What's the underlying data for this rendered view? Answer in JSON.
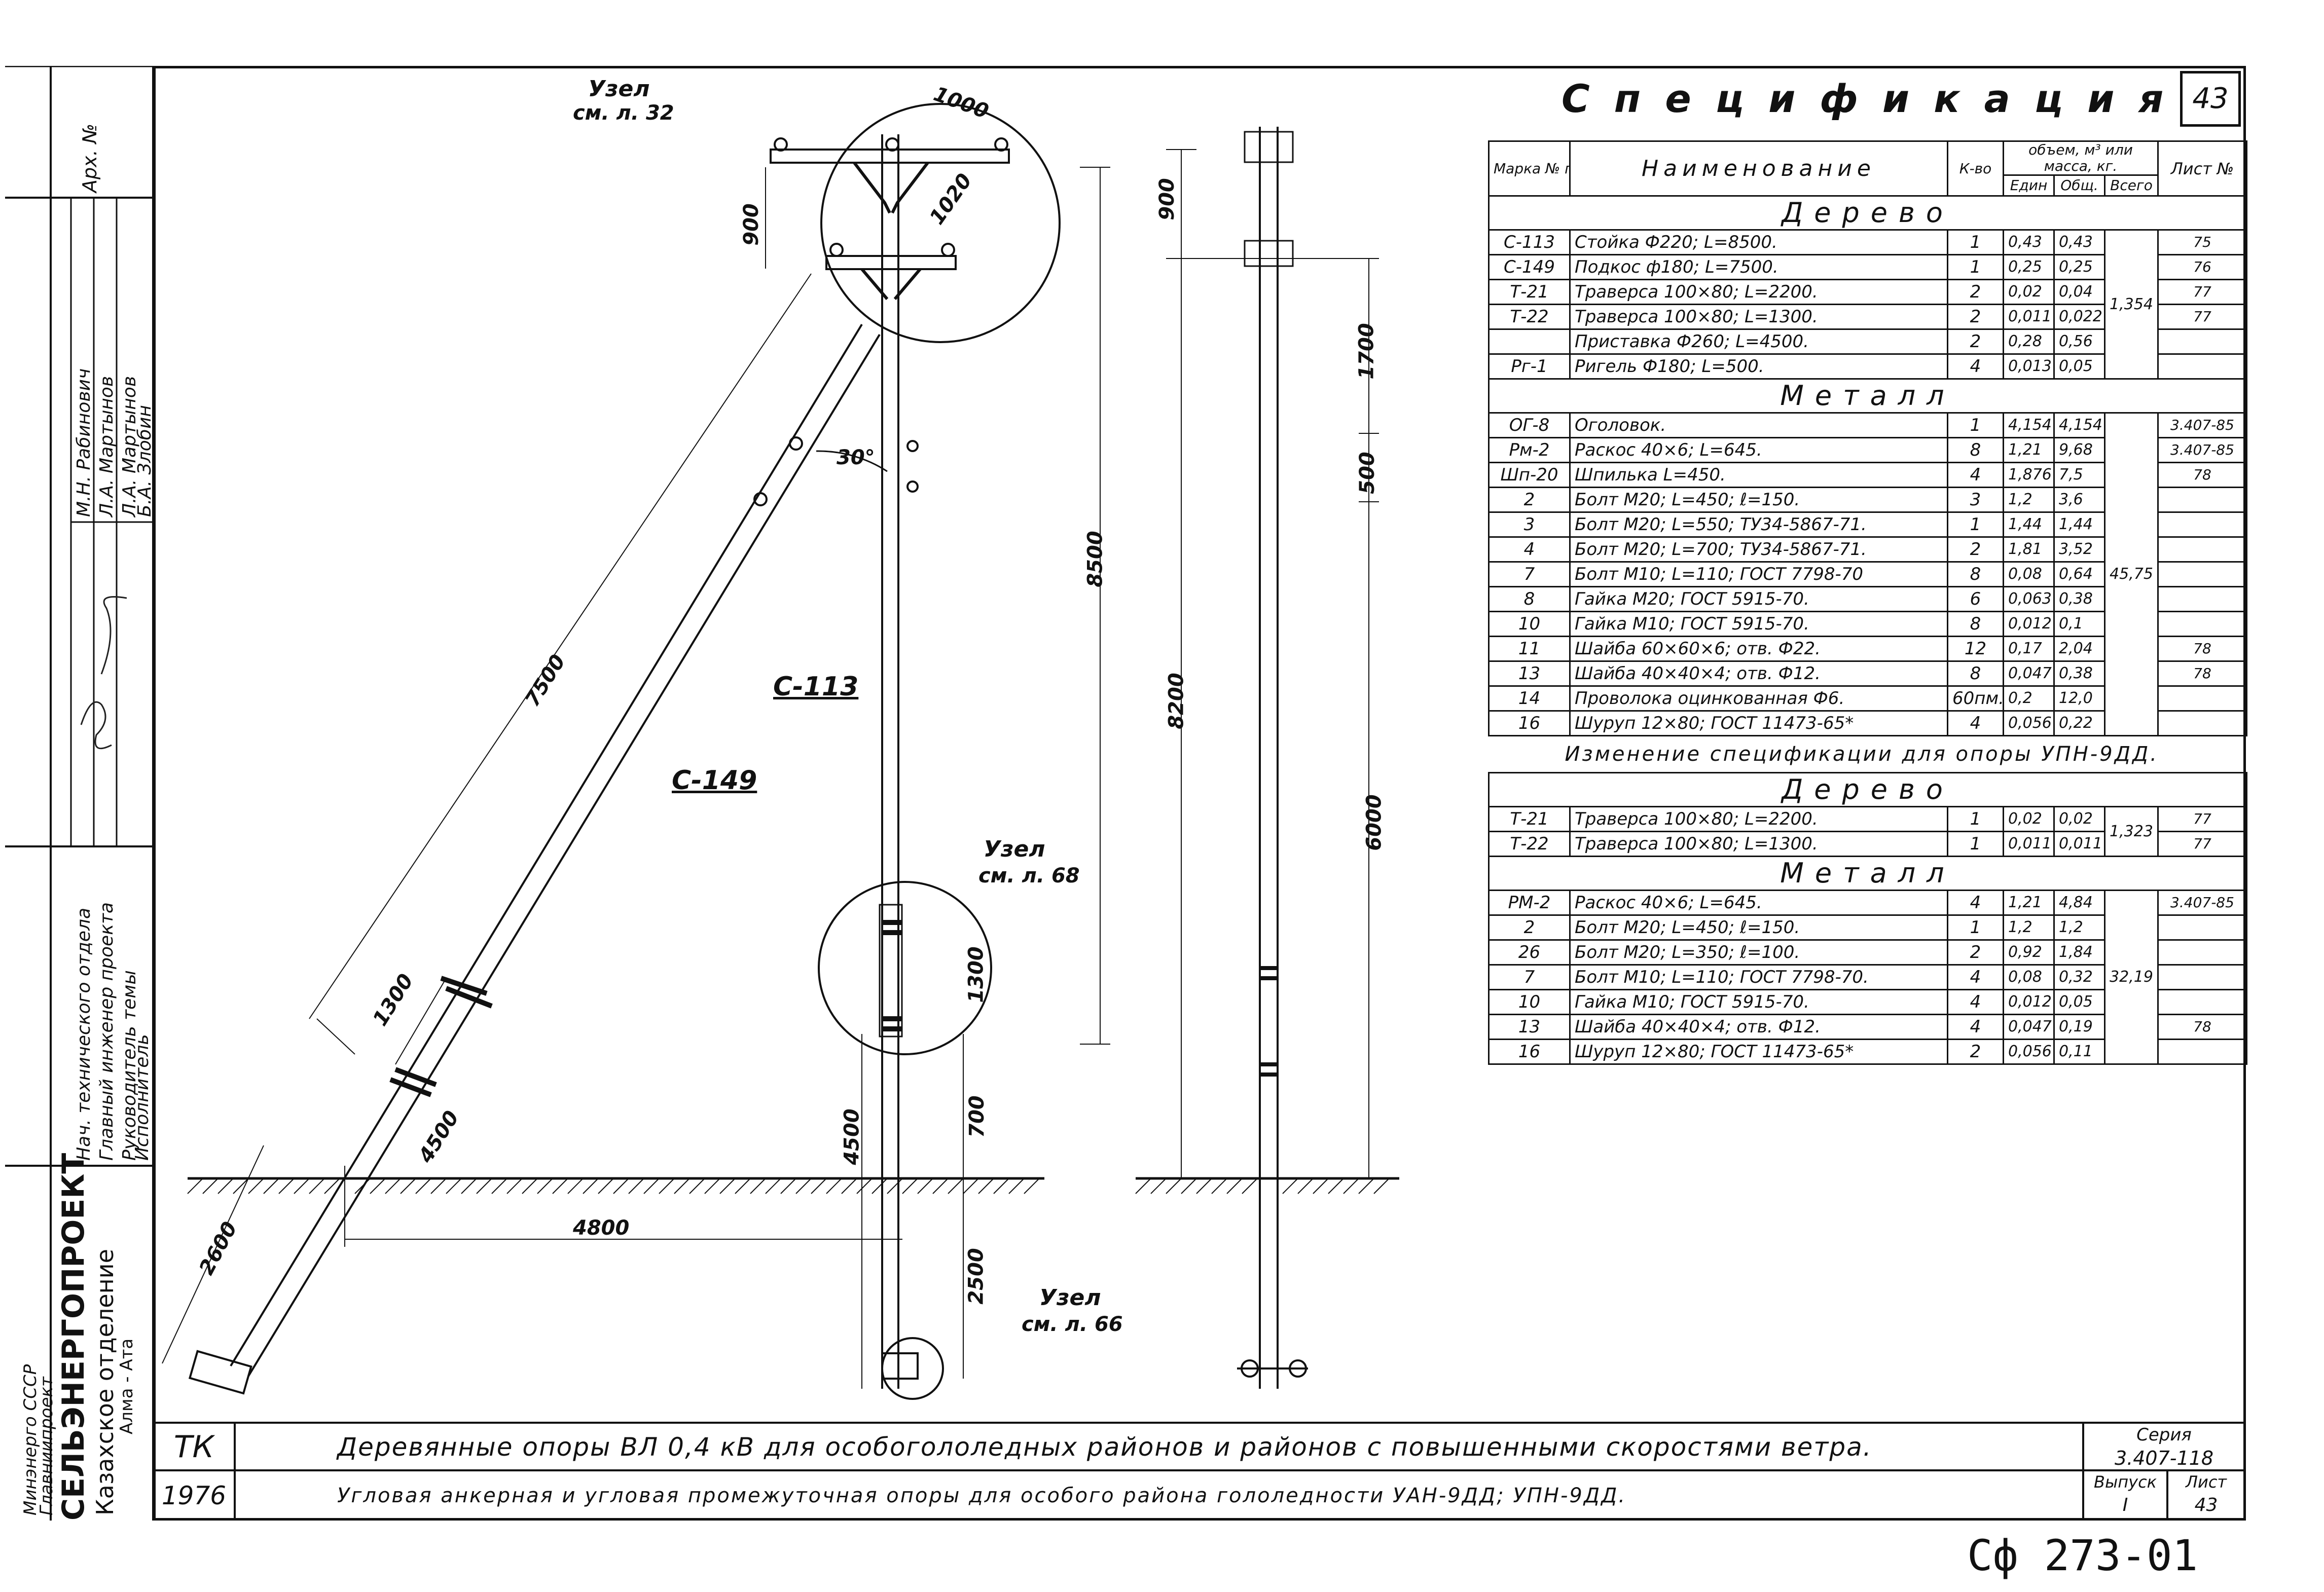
{
  "sheet_number": "43",
  "spec": {
    "title": "Спецификация",
    "headers": {
      "mark": "Марка № поз.",
      "name": "Наименование",
      "qty": "К-во",
      "volume": "объем, м³ или масса, кг.",
      "unit": "Един",
      "total": "Общ.",
      "all": "Всего",
      "sheet": "Лист №"
    },
    "section_wood": "Дерево",
    "section_metal": "Металл",
    "wood_rows": [
      {
        "mark": "С-113",
        "name": "Стойка   Ф220;  L=8500.",
        "qty": "1",
        "unit": "0,43",
        "total": "0,43",
        "sheet": "75"
      },
      {
        "mark": "С-149",
        "name": "Подкос   ф180;  L=7500.",
        "qty": "1",
        "unit": "0,25",
        "total": "0,25",
        "sheet": "76"
      },
      {
        "mark": "Т-21",
        "name": "Траверса  100×80;  L=2200.",
        "qty": "2",
        "unit": "0,02",
        "total": "0,04",
        "sheet": "77"
      },
      {
        "mark": "Т-22",
        "name": "Траверса  100×80;  L=1300.",
        "qty": "2",
        "unit": "0,011",
        "total": "0,022",
        "sheet": "77"
      },
      {
        "mark": "",
        "name": "Приставка Ф260;  L=4500.",
        "qty": "2",
        "unit": "0,28",
        "total": "0,56",
        "sheet": ""
      },
      {
        "mark": "Рг-1",
        "name": "Ригель   Ф180;  L=500.",
        "qty": "4",
        "unit": "0,013",
        "total": "0,05",
        "sheet": ""
      }
    ],
    "wood_total": "1,354",
    "metal_rows": [
      {
        "mark": "ОГ-8",
        "name": "Оголовок.",
        "qty": "1",
        "unit": "4,154",
        "total": "4,154",
        "sheet": "3.407-85"
      },
      {
        "mark": "Рм-2",
        "name": "Раскос  40×6;  L=645.",
        "qty": "8",
        "unit": "1,21",
        "total": "9,68",
        "sheet": "3.407-85"
      },
      {
        "mark": "Шп-20",
        "name": "Шпилька     L=450.",
        "qty": "4",
        "unit": "1,876",
        "total": "7,5",
        "sheet": "78"
      },
      {
        "mark": "2",
        "name": "Болт  М20;  L=450;  ℓ=150.",
        "qty": "3",
        "unit": "1,2",
        "total": "3,6",
        "sheet": ""
      },
      {
        "mark": "3",
        "name": "Болт  М20;  L=550;  ТУ34-5867-71.",
        "qty": "1",
        "unit": "1,44",
        "total": "1,44",
        "sheet": ""
      },
      {
        "mark": "4",
        "name": "Болт  М20;  L=700;  ТУ34-5867-71.",
        "qty": "2",
        "unit": "1,81",
        "total": "3,52",
        "sheet": ""
      },
      {
        "mark": "7",
        "name": "Болт  М10;  L=110;  ГОСТ 7798-70",
        "qty": "8",
        "unit": "0,08",
        "total": "0,64",
        "sheet": ""
      },
      {
        "mark": "8",
        "name": "Гайка  М20;  ГОСТ 5915-70.",
        "qty": "6",
        "unit": "0,063",
        "total": "0,38",
        "sheet": ""
      },
      {
        "mark": "10",
        "name": "Гайка  М10;  ГОСТ 5915-70.",
        "qty": "8",
        "unit": "0,012",
        "total": "0,1",
        "sheet": ""
      },
      {
        "mark": "11",
        "name": "Шайба  60×60×6;  отв. Ф22.",
        "qty": "12",
        "unit": "0,17",
        "total": "2,04",
        "sheet": "78"
      },
      {
        "mark": "13",
        "name": "Шайба  40×40×4;  отв. Ф12.",
        "qty": "8",
        "unit": "0,047",
        "total": "0,38",
        "sheet": "78"
      },
      {
        "mark": "14",
        "name": "Проволока оцинкованная Ф6.",
        "qty": "60пм.",
        "unit": "0,2",
        "total": "12,0",
        "sheet": ""
      },
      {
        "mark": "16",
        "name": "Шуруп   12×80;  ГОСТ 11473-65*",
        "qty": "4",
        "unit": "0,056",
        "total": "0,22",
        "sheet": ""
      }
    ],
    "metal_total": "45,75",
    "change_note": "Изменение  спецификации  для  опоры  УПН-9ДД.",
    "wood2_rows": [
      {
        "mark": "Т-21",
        "name": "Траверса   100×80; L=2200.",
        "qty": "1",
        "unit": "0,02",
        "total": "0,02",
        "sheet": "77"
      },
      {
        "mark": "Т-22",
        "name": "Траверса   100×80; L=1300.",
        "qty": "1",
        "unit": "0,011",
        "total": "0,011",
        "sheet": "77"
      }
    ],
    "wood2_total": "1,323",
    "metal2_rows": [
      {
        "mark": "РМ-2",
        "name": "Раскос  40×6; L=645.",
        "qty": "4",
        "unit": "1,21",
        "total": "4,84",
        "sheet": "3.407-85"
      },
      {
        "mark": "2",
        "name": "Болт  М20;  L=450; ℓ=150.",
        "qty": "1",
        "unit": "1,2",
        "total": "1,2",
        "sheet": ""
      },
      {
        "mark": "26",
        "name": "Болт  М20;  L=350; ℓ=100.",
        "qty": "2",
        "unit": "0,92",
        "total": "1,84",
        "sheet": ""
      },
      {
        "mark": "7",
        "name": "Болт  М10;  L=110;  ГОСТ 7798-70.",
        "qty": "4",
        "unit": "0,08",
        "total": "0,32",
        "sheet": ""
      },
      {
        "mark": "10",
        "name": "Гайка  М10;  ГОСТ 5915-70.",
        "qty": "4",
        "unit": "0,012",
        "total": "0,05",
        "sheet": ""
      },
      {
        "mark": "13",
        "name": "Шайба  40×40×4;  отв. Ф12.",
        "qty": "4",
        "unit": "0,047",
        "total": "0,19",
        "sheet": "78"
      },
      {
        "mark": "16",
        "name": "Шуруп  12×80;  ГОСТ 11473-65*",
        "qty": "2",
        "unit": "0,056",
        "total": "0,11",
        "sheet": ""
      }
    ],
    "metal2_total": "32,19"
  },
  "drawing": {
    "node32": "Узел",
    "node32_ref": "см. л. 32",
    "node68": "Узел",
    "node68_ref": "см. л. 68",
    "node66": "Узел",
    "node66_ref": "см. л. 66",
    "label_c113": "С-113",
    "label_c149": "С-149",
    "angle": "30°",
    "dims": {
      "d1000": "1000",
      "d1020": "1020",
      "d900a": "900",
      "d7500": "7500",
      "d8500": "8500",
      "d1300a": "1300",
      "d1300b": "1300",
      "d4500a": "4500",
      "d4500b": "4500",
      "d700": "700",
      "d4800": "4800",
      "d2600": "2600",
      "d2500": "2500",
      "d900b": "900",
      "d1700": "1700",
      "d500": "500",
      "d8200": "8200",
      "d6000": "6000"
    }
  },
  "left_stamp": {
    "org1": "Минэнерго СССР",
    "org2": "Главниипроект",
    "org3": "СЕЛЬЭНЕРГОПРОЕКТ",
    "org4": "Казахское отделение",
    "org5": "Алма - Ата",
    "roles": [
      "Нач. технического отдела",
      "Главный инженер проекта",
      "Руководитель темы",
      "Исполнитель"
    ],
    "names": [
      "М.Н. Рабинович",
      "Л.А. Мартынов",
      "Л.А. Мартынов",
      "Б.А. Злобин"
    ],
    "arch": "Арх. №"
  },
  "title_block": {
    "tk": "ТК",
    "year": "1976",
    "line1": "Деревянные  опоры  ВЛ 0,4 кВ  для  особогололедных  районов  и  районов  с  повышенными  скоростями  ветра.",
    "line2": "Угловая  анкерная  и  угловая  промежуточная  опоры  для  особого  района  гололедности  УАН-9ДД;  УПН-9ДД.",
    "series_label": "Серия",
    "series_value": "3.407-118",
    "issue_label": "Выпуск",
    "issue_value": "I",
    "sheet_label": "Лист",
    "sheet_value": "43"
  },
  "footer_code": "Сф 273-01"
}
